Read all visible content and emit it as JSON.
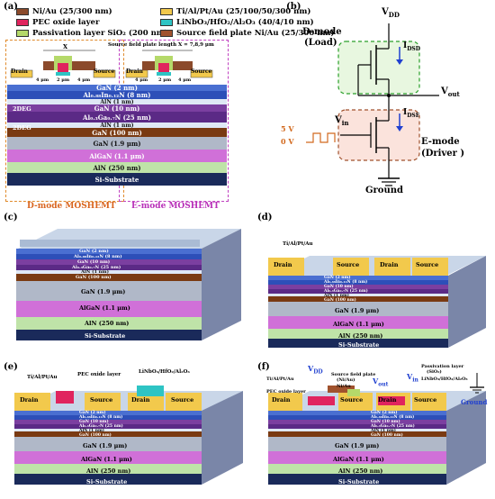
{
  "panel_labels": {
    "a": "(a)",
    "b": "(b)",
    "c": "(c)",
    "d": "(d)",
    "e": "(e)",
    "f": "(f)"
  },
  "legend": [
    {
      "label": "Ni/Au (25/300 nm)",
      "color": "#8b4a2b"
    },
    {
      "label": "Ti/Al/Pt/Au (25/100/50/300 nm)",
      "color": "#f2c94c"
    },
    {
      "label": "PEC oxide layer",
      "color": "#e0245e"
    },
    {
      "label": "LiNbO₃/HfO₂/Al₂O₃ (40/4/10 nm)",
      "color": "#2ec4c4"
    },
    {
      "label": "Passivation layer SiO₂ (200 nm)",
      "color": "#b5d96a"
    },
    {
      "label": "Source field plate Ni/Au (25/300 nm)",
      "color": "#a0522d"
    }
  ],
  "panel_a": {
    "drain1": "Drain",
    "source1": "Source",
    "drain2": "Drain",
    "source2": "Source",
    "fp_label": "Source field plate length X = 7,8,9 μm",
    "x_label": "X",
    "dim_4um": "4 μm",
    "dim_2um": "2 μm",
    "layers": [
      {
        "label": "GaN (2 nm)",
        "color": "#4a6fd1"
      },
      {
        "label": "Al₀.₈₈In₀.₁₂N (8 nm)",
        "color": "#2d4fb8"
      },
      {
        "label": "AlN (1 nm)",
        "color": "#dfe8f5"
      },
      {
        "label": "GaN (10 nm)",
        "color": "#7b3fa0"
      },
      {
        "label": "Al₀.₃Ga₀.₇N (25 nm)",
        "color": "#5b2a86"
      },
      {
        "label": "AlN (1 nm)",
        "color": "#dfe8f5"
      },
      {
        "label": "GaN (100 nm)",
        "color": "#7a3a12"
      },
      {
        "label": "GaN (1.9 μm)",
        "color": "#b0b8c8"
      },
      {
        "label": "AlGaN (1.1 μm)",
        "color": "#d070d8"
      },
      {
        "label": "AlN (250 nm)",
        "color": "#bfe3a8"
      },
      {
        "label": "Si-Substrate",
        "color": "#1a2a5a"
      }
    ],
    "twodeg1": "2DEG",
    "twodeg2": "2DEG",
    "dmode": "D-mode MOSHEMT",
    "emode": "E-mode MOSHEMT"
  },
  "panel_b": {
    "vdd": "V",
    "vdd_sub": "DD",
    "dmode": "D-mode",
    "load": "(Load)",
    "idsd": "I",
    "idsd_sub": "DSD",
    "vout": "V",
    "vout_sub": "out",
    "vin": "V",
    "vin_sub": "in",
    "v5": "5 V",
    "v0": "0 V",
    "idse": "I",
    "idse_sub": "DSE",
    "emode": "E-mode",
    "driver": "(Driver )",
    "ground": "Ground"
  },
  "panel_3d_common": {
    "gan19": "GaN (1.9 μm)",
    "algan": "AlGaN (1.1 μm)",
    "aln250": "AlN (250 nm)",
    "si": "Si-Substrate"
  },
  "panel_c": {
    "layers": [
      "GaN (2 nm)",
      "Al₀.₈₈In₀.₁₂N (8 nm)",
      "GaN (10 nm)",
      "Al₀.₃Ga₀.₇N (25 nm)",
      "AlN (1 nm)",
      "GaN (100 nm)"
    ]
  },
  "panel_d": {
    "ti": "Ti/Al/Pt/Au",
    "drain": "Drain",
    "source": "Source",
    "layers": [
      "GaN",
      "Al₀.₈₈In₀.₁₂N",
      "GaN",
      "Al₀.₃Ga₀.₇N",
      "AlN",
      "GaN"
    ],
    "values": [
      "(2 nm)",
      "(8 nm)",
      "(10 nm)",
      "(25 nm)",
      "(1 nm)",
      "(100 nm)"
    ]
  },
  "panel_e": {
    "ti": "Ti/Al/Pt/Au",
    "pec": "PEC oxide layer",
    "lin": "LiNbO₃/HfO₂/Al₂O₃",
    "drain": "Drain",
    "source": "Source",
    "layers": [
      "GaN",
      "Al₀.₈₈In₀.₁₂N",
      "GaN",
      "Al₀.₃Ga₀.₇N",
      "AlN",
      "GaN"
    ],
    "values": [
      "(2 nm)",
      "(8 nm)",
      "(10 nm)",
      "(25 nm)",
      "(1 nm)",
      "(100 nm)"
    ]
  },
  "panel_f": {
    "ti": "Ti/Al/Pt/Au",
    "pec": "PEC oxide layer",
    "fp": "Source field plate",
    "fp2": "(Ni/Au)",
    "niau": "Ni/Au",
    "pass": "Passivation layer",
    "pass2": "(SiO₂)",
    "lin": "LiNbO₃/HfO₂/Al₂O₃",
    "vdd": "V",
    "vdd_sub": "DD",
    "vout": "V",
    "vout_sub": "out",
    "vin": "V",
    "vin_sub": "in",
    "ground": "Ground",
    "drain": "Drain",
    "source": "Source",
    "layers": [
      "GaN",
      "Al₀.₈₈In₀.₁₂N",
      "GaN",
      "Al₀.₃Ga₀.₇N",
      "AlN",
      "GaN"
    ],
    "values": [
      "(2 nm)",
      "(8 nm)",
      "(10 nm)",
      "(25 nm)",
      "(1 nm)",
      "(100 nm)"
    ]
  }
}
